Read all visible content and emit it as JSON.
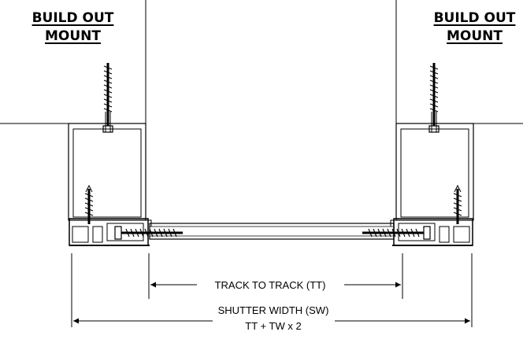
{
  "left_label": {
    "line1": "BUILD OUT",
    "line2": "MOUNT"
  },
  "right_label": {
    "line1": "BUILD OUT",
    "line2": "MOUNT"
  },
  "dimensions": {
    "track_to_track": "TRACK TO TRACK (TT)",
    "shutter_width": "SHUTTER WIDTH (SW)",
    "shutter_width_formula": "TT + TW x 2"
  }
}
